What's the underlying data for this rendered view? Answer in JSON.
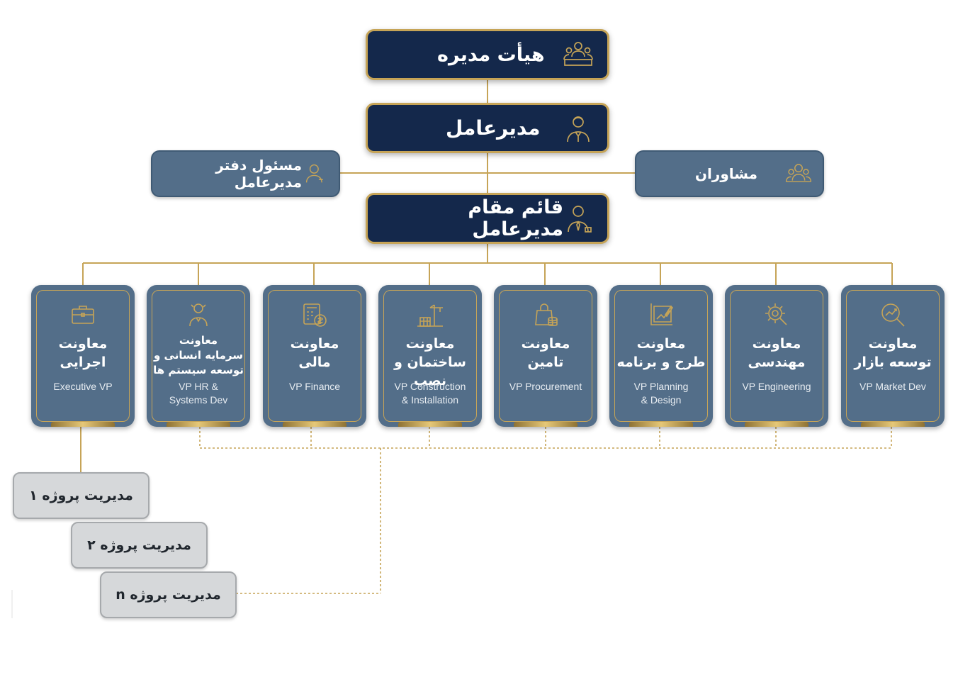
{
  "board": {
    "title": "هیأت مدیره",
    "icon": "board-group-icon"
  },
  "ceo": {
    "title": "مدیرعامل",
    "icon": "businessman-icon"
  },
  "office_head": {
    "title": "مسئول دفتر مدیرعامل",
    "icon": "person-icon"
  },
  "advisors": {
    "title": "مشاوران",
    "icon": "people-group-icon"
  },
  "deputy_ceo": {
    "title": "قائم مقام مدیرعامل",
    "icon": "manager-tie-icon"
  },
  "vps": [
    {
      "fa1": "معاونت",
      "fa2": "اجرایی",
      "fa3": "",
      "en1": "Executive VP",
      "en2": "",
      "icon": "briefcase-icon"
    },
    {
      "fa1": "معاونت",
      "fa2": "سرمایه انسانی و",
      "fa3": "توسعه سیستم ها",
      "en1": "VP HR &",
      "en2": "Systems Dev",
      "icon": "hr-person-icon"
    },
    {
      "fa1": "معاونت",
      "fa2": "مالی",
      "fa3": "",
      "en1": "VP Finance",
      "en2": "",
      "icon": "finance-calculator-icon"
    },
    {
      "fa1": "معاونت",
      "fa2": "ساختمان و نصب",
      "fa3": "",
      "en1": "VP Construction",
      "en2": "& Installation",
      "icon": "construction-crane-icon"
    },
    {
      "fa1": "معاونت",
      "fa2": "تامین",
      "fa3": "",
      "en1": "VP Procurement",
      "en2": "",
      "icon": "shopping-bag-icon"
    },
    {
      "fa1": "معاونت",
      "fa2": "طرح و برنامه",
      "fa3": "",
      "en1": "VP Planning",
      "en2": "& Design",
      "icon": "planning-board-icon"
    },
    {
      "fa1": "معاونت",
      "fa2": "مهندسی",
      "fa3": "",
      "en1": "VP Engineering",
      "en2": "",
      "icon": "engineering-gear-icon"
    },
    {
      "fa1": "معاونت",
      "fa2": "توسعه بازار",
      "fa3": "",
      "en1": "VP Market Dev",
      "en2": "",
      "icon": "market-growth-icon"
    }
  ],
  "projects": [
    "مدیریت پروژه ۱",
    "مدیریت پروژه ۲",
    "مدیریت پروژه n"
  ],
  "colors": {
    "navy": "#14284b",
    "steel": "#536e89",
    "gold": "#c6a457",
    "project_gray": "#d6d8da"
  }
}
